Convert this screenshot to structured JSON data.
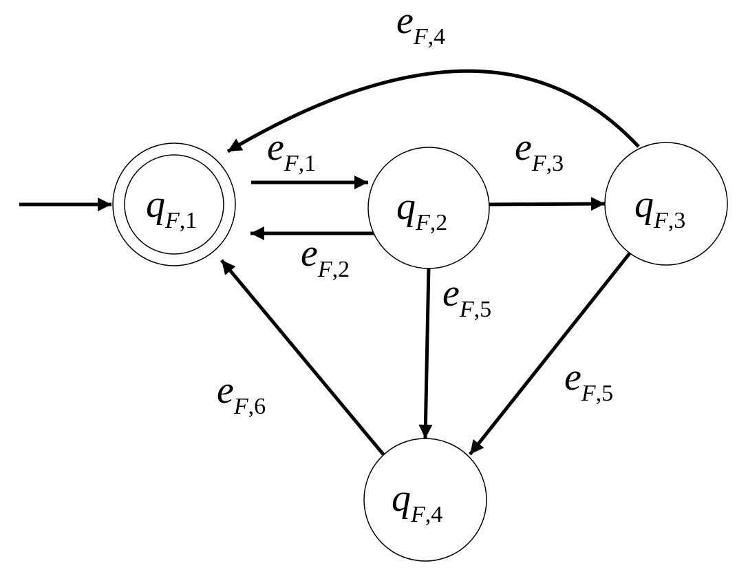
{
  "diagram": {
    "nodes": [
      {
        "id": "q1",
        "base": "q",
        "sub_letter": "F",
        "sub_sep": ",",
        "sub_num": "1",
        "initial": true,
        "accepting": true
      },
      {
        "id": "q2",
        "base": "q",
        "sub_letter": "F",
        "sub_sep": ",",
        "sub_num": "2",
        "initial": false,
        "accepting": false
      },
      {
        "id": "q3",
        "base": "q",
        "sub_letter": "F",
        "sub_sep": ",",
        "sub_num": "3",
        "initial": false,
        "accepting": false
      },
      {
        "id": "q4",
        "base": "q",
        "sub_letter": "F",
        "sub_sep": ",",
        "sub_num": "4",
        "initial": false,
        "accepting": false
      }
    ],
    "edges": [
      {
        "from": "q1",
        "to": "q2",
        "base": "e",
        "sub_letter": "F",
        "sub_sep": ",",
        "sub_num": "1"
      },
      {
        "from": "q2",
        "to": "q1",
        "base": "e",
        "sub_letter": "F",
        "sub_sep": ",",
        "sub_num": "2"
      },
      {
        "from": "q2",
        "to": "q3",
        "base": "e",
        "sub_letter": "F",
        "sub_sep": ",",
        "sub_num": "3"
      },
      {
        "from": "q3",
        "to": "q1",
        "base": "e",
        "sub_letter": "F",
        "sub_sep": ",",
        "sub_num": "4"
      },
      {
        "from": "q2",
        "to": "q4",
        "base": "e",
        "sub_letter": "F",
        "sub_sep": ",",
        "sub_num": "5"
      },
      {
        "from": "q3",
        "to": "q4",
        "base": "e",
        "sub_letter": "F",
        "sub_sep": ",",
        "sub_num": "5"
      },
      {
        "from": "q4",
        "to": "q1",
        "base": "e",
        "sub_letter": "F",
        "sub_sep": ",",
        "sub_num": "6"
      }
    ]
  }
}
